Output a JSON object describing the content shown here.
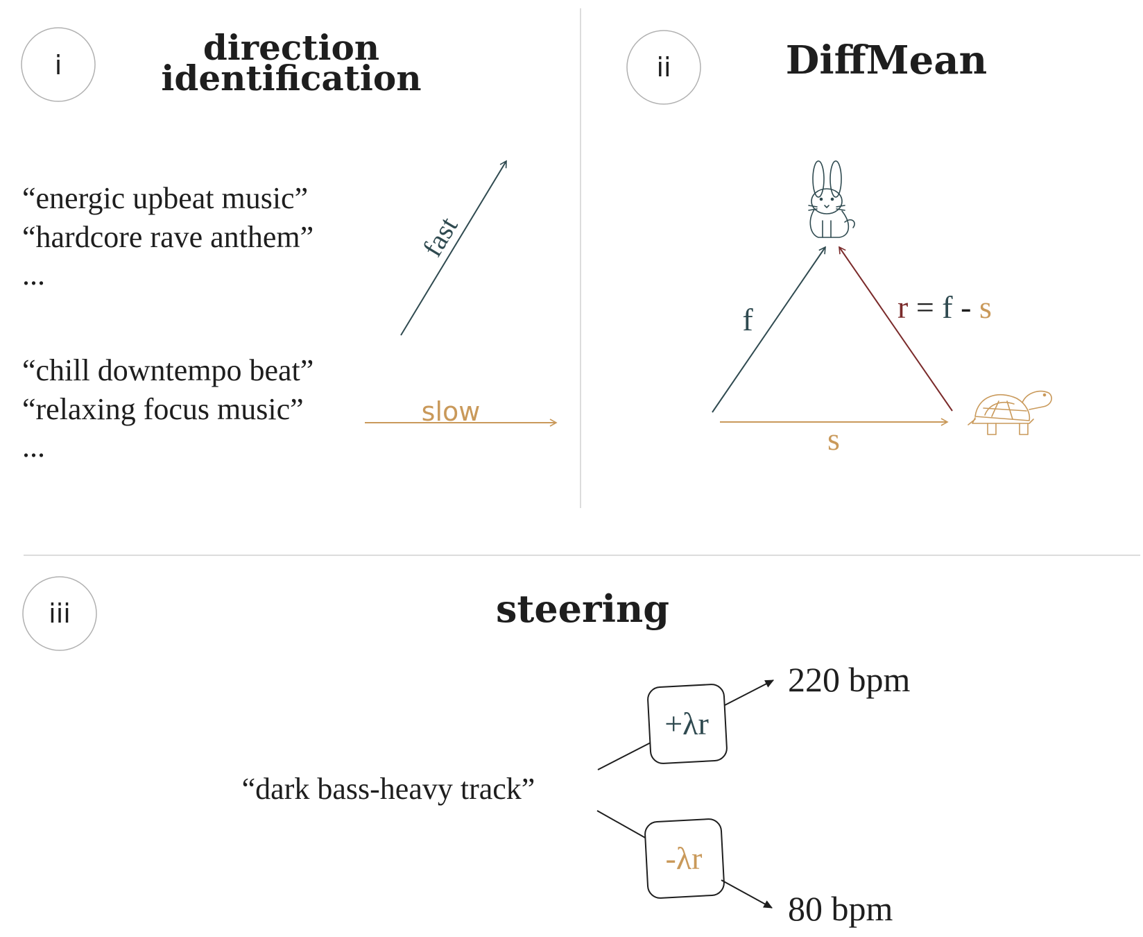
{
  "panels": {
    "i": {
      "label": "i",
      "title_line1": "direction",
      "title_line2": "identification",
      "fast_prompts": [
        "“energic upbeat music”",
        "“hardcore rave anthem”",
        "..."
      ],
      "slow_prompts": [
        "“chill downtempo beat”",
        "“relaxing focus music”",
        "..."
      ],
      "fast_label": "fast",
      "slow_label": "slow"
    },
    "ii": {
      "label": "ii",
      "title": "DiffMean",
      "f_label": "f",
      "s_label": "s",
      "r_formula": {
        "r": "r",
        "eq": " = ",
        "f": "f",
        "minus": " - ",
        "s": "s"
      },
      "icons": [
        "rabbit-icon",
        "turtle-icon"
      ]
    },
    "iii": {
      "label": "iii",
      "title": "steering",
      "prompt": "“dark bass-heavy track”",
      "plus_box": "+λr",
      "minus_box": "-λr",
      "plus_result": "220 bpm",
      "minus_result": "80 bpm"
    }
  },
  "colors": {
    "fast": "#2f4a50",
    "slow": "#c9995a",
    "r": "#7a2a2a",
    "text": "#1e1e1e",
    "divider": "#d0d0d0",
    "circle": "#b0b0b0"
  }
}
